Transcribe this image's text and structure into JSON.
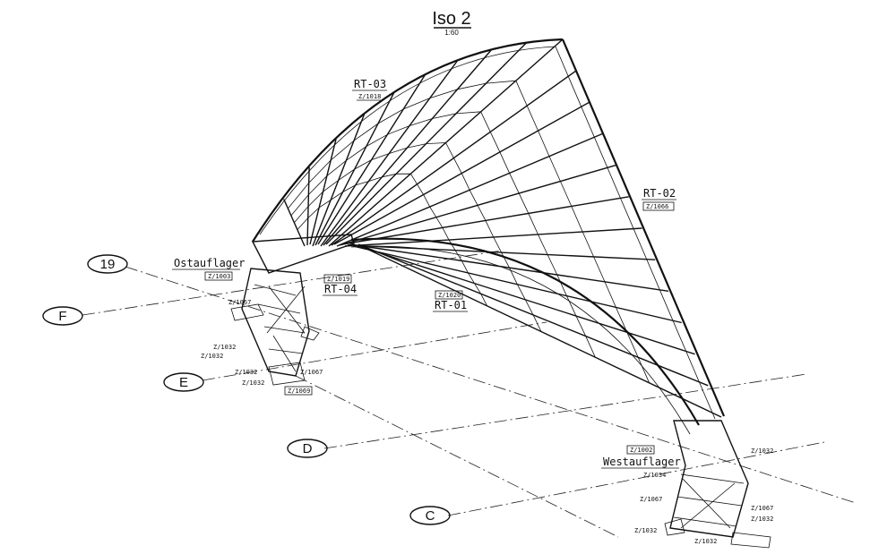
{
  "title": "Iso 2",
  "scale": "1:60",
  "grid_bubbles": [
    {
      "id": "bubble-19",
      "text": "19"
    },
    {
      "id": "bubble-f",
      "text": "F"
    },
    {
      "id": "bubble-e",
      "text": "E"
    },
    {
      "id": "bubble-d",
      "text": "D"
    },
    {
      "id": "bubble-c",
      "text": "C"
    }
  ],
  "labels": {
    "rt03": {
      "name": "RT-03",
      "ref": "Z/1018"
    },
    "rt02": {
      "name": "RT-02",
      "ref": "Z/1066"
    },
    "rt04": {
      "name": "RT-04",
      "ref": "Z/1019"
    },
    "rt01": {
      "name": "RT-01",
      "ref": "Z/1020"
    },
    "ostauflager": {
      "name": "Ostauflager",
      "ref": "Z/1003"
    },
    "westauflager": {
      "name": "Westauflager",
      "ref": "Z/1002"
    }
  },
  "small_refs": {
    "ost": [
      "Z/1067",
      "Z/1032",
      "Z/1032",
      "Z/1032",
      "Z/1032",
      "Z/1067",
      "Z/1069"
    ],
    "west": [
      "Z/1032",
      "Z/1034",
      "Z/1067",
      "Z/1067",
      "Z/1032",
      "Z/1032",
      "Z/1032"
    ]
  },
  "colors": {
    "ink": "#111111",
    "paper": "#ffffff"
  }
}
